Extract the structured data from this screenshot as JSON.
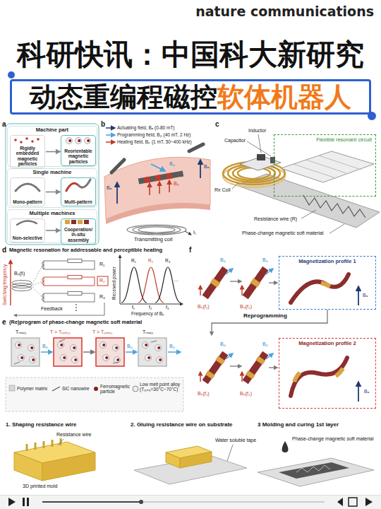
{
  "diagram": {
    "title": "科研快讯：中国科大新研究",
    "nodes": [
      {
        "text": [
          "动态重编程磁控",
          "软体机器人"
        ]
      },
      {
        "text": [
          "Machine part"
        ]
      },
      {
        "text": [
          "Rigidly embedded magnetic particles"
        ],
        "in": 1
      },
      {
        "text": [
          "Reorientable magnetic particles"
        ],
        "in": 1
      },
      {
        "text": [
          "Single machine"
        ]
      },
      {
        "text": [
          "Mono-pattern"
        ],
        "in": 4
      },
      {
        "text": [
          "Multi-pattern"
        ],
        "in": 4
      },
      {
        "text": [
          "Multiple machines"
        ]
      },
      {
        "text": [
          "Non-selective"
        ],
        "in": 7
      },
      {
        "text": [
          "Cooperation/ in-situ assembly"
        ],
        "in": 7
      },
      {
        "text": [
          "Flexible resonant circuit"
        ]
      },
      {
        "text": [
          "Magnetization profile 1"
        ]
      },
      {
        "text": [
          "Magnetization profile 2"
        ]
      }
    ],
    "edges": [
      {
        "from": 2,
        "to": 3,
        "arrow": "to"
      },
      {
        "from": 5,
        "to": 6,
        "arrow": "to"
      },
      {
        "from": 8,
        "to": 9,
        "arrow": "to"
      }
    ],
    "labels": [
      "nature communications",
      "a",
      "b",
      "c",
      "Bₐ",
      "Bₚ",
      "Bₕ",
      "Bₐ",
      "Iₜ",
      "Transmitting coil",
      "Inductor",
      "Capacitor",
      "Rx Coil",
      "Resistance wire (R)",
      "Phase-change magnetic soft material",
      "d",
      "Magnetic resonation for addressable and perceptible heating",
      "Switching frequency",
      "Bₕ(fᵢ)",
      "Feedback",
      "R₁",
      "R₂",
      "R₃",
      "Received power",
      "R₁",
      "R₂",
      "R₃",
      "…",
      "f₁",
      "f₂",
      "f₃",
      "Frequency of Bₕ",
      "e",
      "(Re)program of phase-change magnetic soft material",
      "Tᵣₒₒₘ",
      "T > Tₘₑₗₜ₂",
      "T > Tₘₑₗₜ₁",
      "Tᵣₒₒₘ",
      "Bₚ",
      "Bₚ",
      "Bₚ",
      "f",
      "Bₚ",
      "Bₕ(f₁)",
      "Bₚ",
      "Bₕ(f₂)",
      "Bₐ",
      "Reprogramming",
      "Bₚ",
      "Bₕ(f₁)",
      "Bₚ",
      "Bₕ(f₂)",
      "Bₐ",
      "1. Shaping resistance wire",
      "Resistance wire",
      "3D printed mold",
      "2. Gluing resistance wire on substrate",
      "Water soluble tape",
      "3 Molding and curing 1st layer",
      "Phase-change magnetic soft material"
    ],
    "legend": [
      {
        "text": "Actuating field, Bₐ (0-80 mT)"
      },
      {
        "text": "Programming field, Bₚ (40 mT, 2 Hz)"
      },
      {
        "text": "Heating field, Bₕ (1 mT, 50~400 kHz)"
      },
      {
        "text": "Polymer matrix"
      },
      {
        "text": "SiC nanowire"
      },
      {
        "text": "Ferromagnetic particle"
      },
      {
        "text": "Low melt point alloy (Tₘₑₗₜ=30°C~70°C)"
      }
    ]
  }
}
